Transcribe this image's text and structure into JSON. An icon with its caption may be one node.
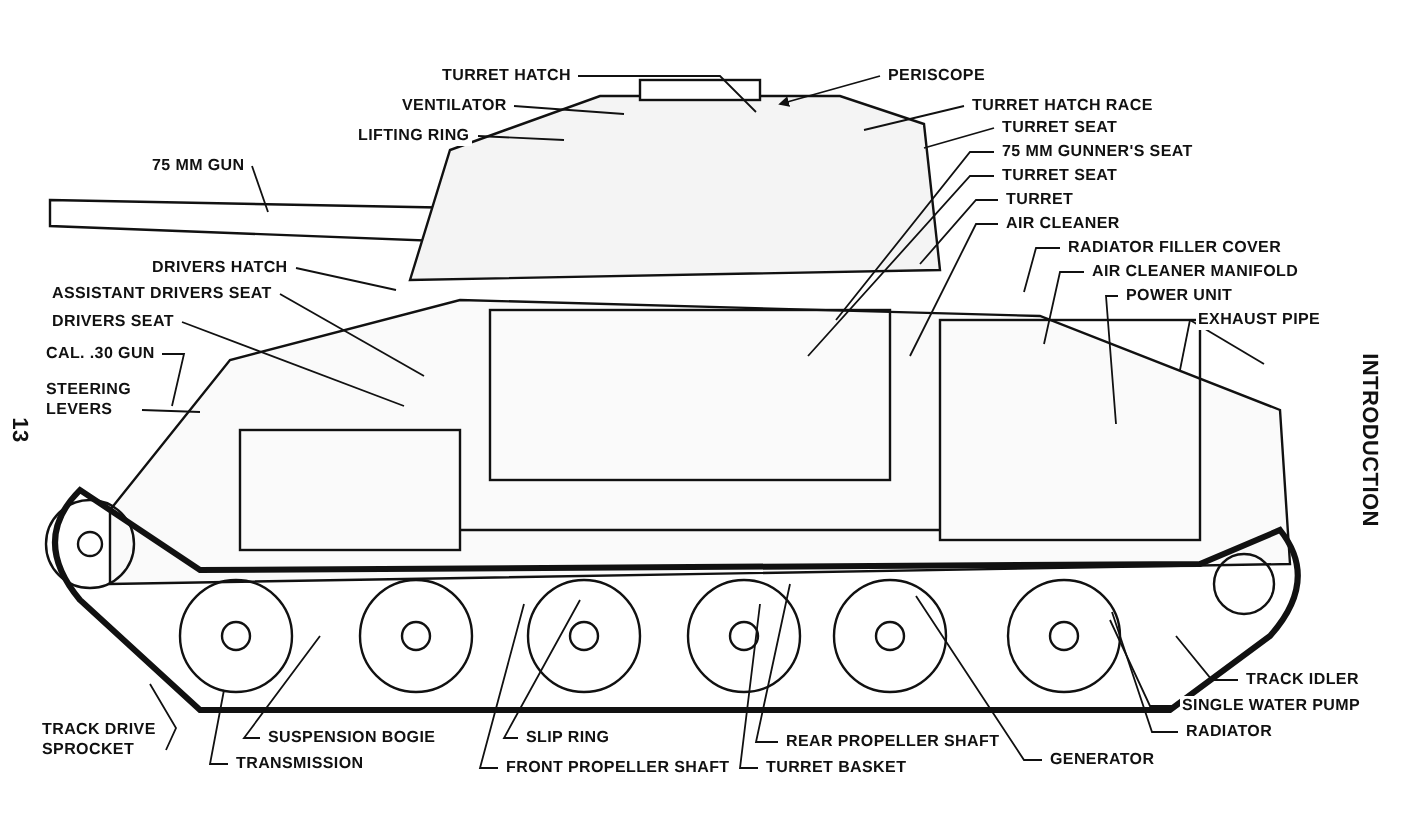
{
  "diagram": {
    "nodes": [
      {
        "text": [
          "TURRET HATCH"
        ]
      },
      {
        "text": [
          "PERISCOPE"
        ]
      },
      {
        "text": [
          "VENTILATOR"
        ]
      },
      {
        "text": [
          "TURRET HATCH RACE"
        ]
      },
      {
        "text": [
          "LIFTING RING"
        ]
      },
      {
        "text": [
          "TURRET SEAT"
        ]
      },
      {
        "text": [
          "75 MM GUN"
        ]
      },
      {
        "text": [
          "75 MM GUNNER'S SEAT"
        ]
      },
      {
        "text": [
          "TURRET SEAT"
        ]
      },
      {
        "text": [
          "TURRET"
        ]
      },
      {
        "text": [
          "AIR CLEANER"
        ]
      },
      {
        "text": [
          "RADIATOR FILLER COVER"
        ]
      },
      {
        "text": [
          "AIR CLEANER MANIFOLD"
        ]
      },
      {
        "text": [
          "DRIVERS HATCH"
        ]
      },
      {
        "text": [
          "ASSISTANT DRIVERS SEAT"
        ]
      },
      {
        "text": [
          "POWER UNIT"
        ]
      },
      {
        "text": [
          "DRIVERS SEAT"
        ]
      },
      {
        "text": [
          "EXHAUST PIPE"
        ]
      },
      {
        "text": [
          "CAL. .30 GUN"
        ]
      },
      {
        "text": [
          "STEERING LEVERS"
        ]
      },
      {
        "text": [
          "TRACK IDLER"
        ]
      },
      {
        "text": [
          "SINGLE WATER PUMP"
        ]
      },
      {
        "text": [
          "TRACK DRIVE SPROCKET"
        ]
      },
      {
        "text": [
          "SUSPENSION BOGIE"
        ]
      },
      {
        "text": [
          "SLIP RING"
        ]
      },
      {
        "text": [
          "REAR PROPELLER SHAFT"
        ]
      },
      {
        "text": [
          "RADIATOR"
        ]
      },
      {
        "text": [
          "TRANSMISSION"
        ]
      },
      {
        "text": [
          "FRONT PROPELLER SHAFT"
        ]
      },
      {
        "text": [
          "TURRET BASKET"
        ]
      },
      {
        "text": [
          "GENERATOR"
        ]
      }
    ],
    "edges": [
      {
        "from": 0,
        "to": null,
        "arrow": "none"
      },
      {
        "from": 1,
        "to": null,
        "arrow": "to"
      },
      {
        "from": 2,
        "to": null,
        "arrow": "none"
      },
      {
        "from": 3,
        "to": null,
        "arrow": "none"
      },
      {
        "from": 4,
        "to": null,
        "arrow": "none"
      },
      {
        "from": 5,
        "to": null,
        "arrow": "none"
      },
      {
        "from": 6,
        "to": null,
        "arrow": "none"
      },
      {
        "from": 7,
        "to": null,
        "arrow": "none"
      },
      {
        "from": 8,
        "to": null,
        "arrow": "none"
      },
      {
        "from": 9,
        "to": null,
        "arrow": "none"
      },
      {
        "from": 10,
        "to": null,
        "arrow": "none"
      },
      {
        "from": 11,
        "to": null,
        "arrow": "none"
      },
      {
        "from": 12,
        "to": null,
        "arrow": "none"
      },
      {
        "from": 13,
        "to": null,
        "arrow": "none"
      },
      {
        "from": 14,
        "to": null,
        "arrow": "none"
      },
      {
        "from": 15,
        "to": null,
        "arrow": "none"
      },
      {
        "from": 16,
        "to": null,
        "arrow": "none"
      },
      {
        "from": 17,
        "to": null,
        "arrow": "none"
      },
      {
        "from": 17,
        "to": null,
        "arrow": "none"
      },
      {
        "from": 18,
        "to": null,
        "arrow": "none"
      },
      {
        "from": 19,
        "to": null,
        "arrow": "none"
      },
      {
        "from": 20,
        "to": null,
        "arrow": "none"
      },
      {
        "from": 21,
        "to": null,
        "arrow": "none"
      },
      {
        "from": 22,
        "to": null,
        "arrow": "none"
      },
      {
        "from": 23,
        "to": null,
        "arrow": "none"
      },
      {
        "from": 24,
        "to": null,
        "arrow": "none"
      },
      {
        "from": 25,
        "to": null,
        "arrow": "none"
      },
      {
        "from": 26,
        "to": null,
        "arrow": "none"
      },
      {
        "from": 27,
        "to": null,
        "arrow": "none"
      },
      {
        "from": 28,
        "to": null,
        "arrow": "none"
      },
      {
        "from": 29,
        "to": null,
        "arrow": "none"
      },
      {
        "from": 30,
        "to": null,
        "arrow": "none"
      }
    ],
    "labels": [
      "13",
      "INTRODUCTION"
    ]
  }
}
